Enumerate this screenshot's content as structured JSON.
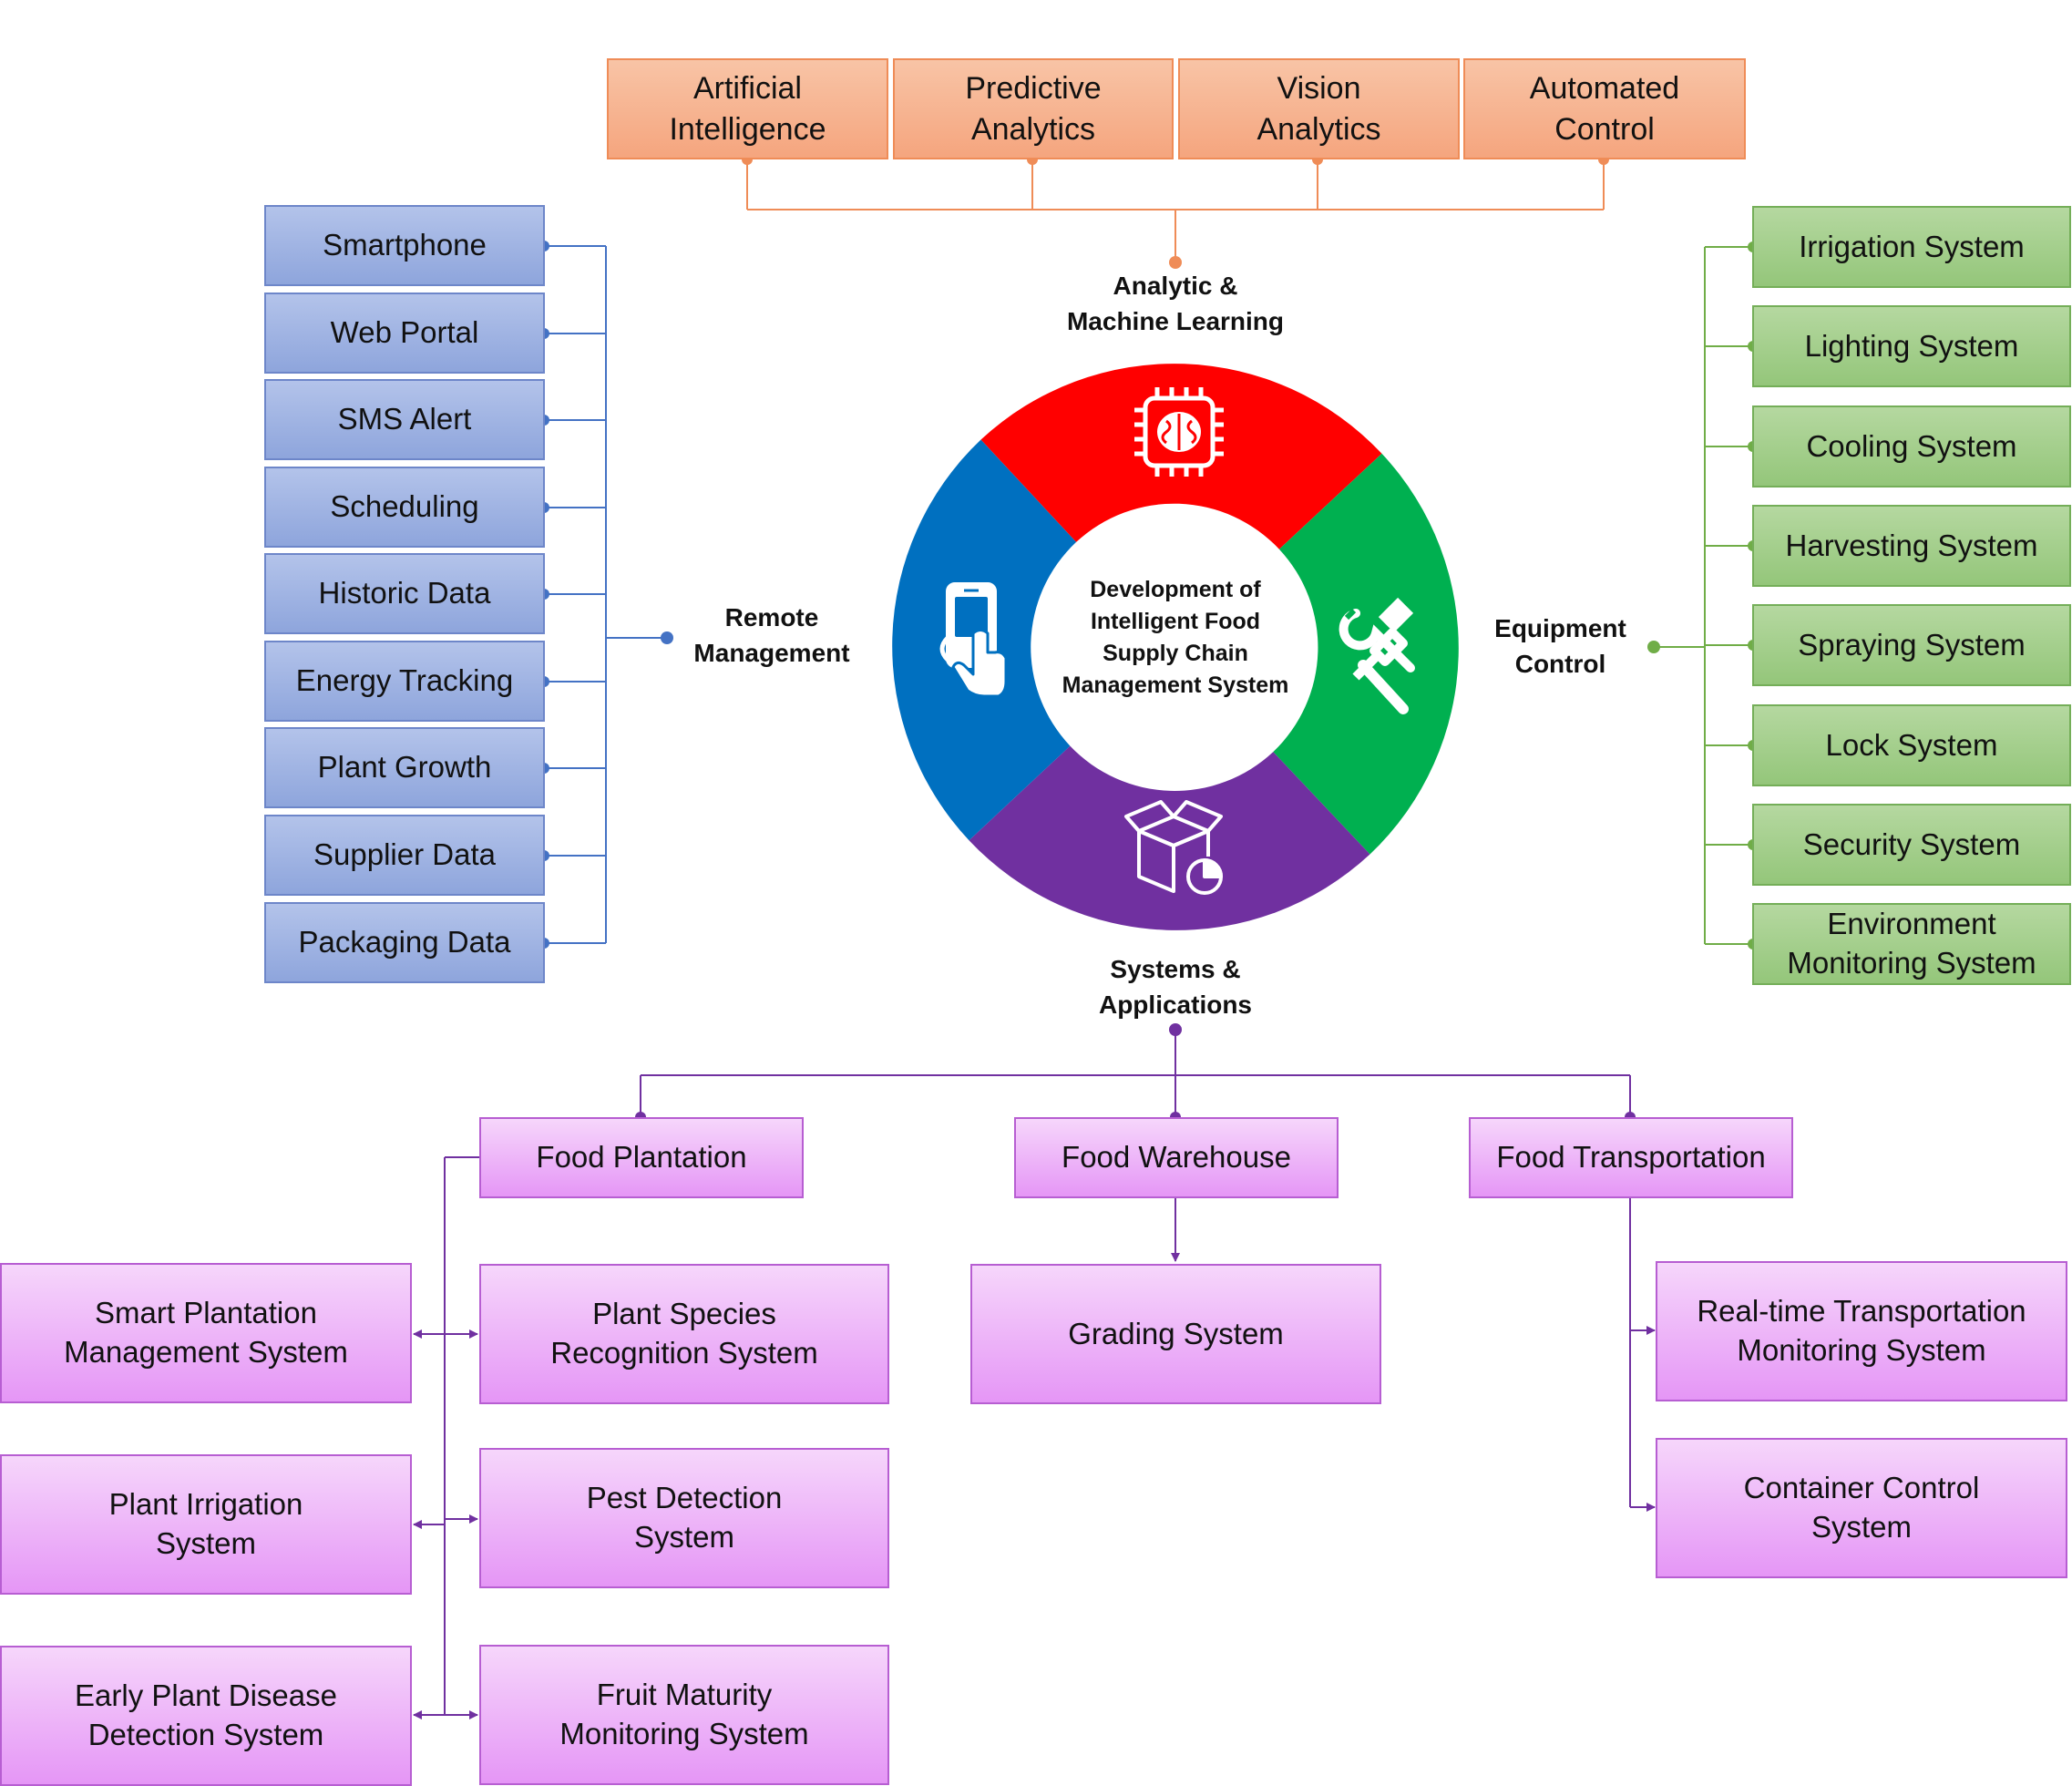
{
  "center": {
    "title": "Development of\nIntelligent Food\nSupply Chain\nManagement System"
  },
  "headers": {
    "analytics": "Analytic &\nMachine Learning",
    "remote": "Remote\nManagement",
    "equipment": "Equipment\nControl",
    "systems": "Systems &\nApplications"
  },
  "analytics_items": [
    "Artificial\nIntelligence",
    "Predictive\nAnalytics",
    "Vision\nAnalytics",
    "Automated\nControl"
  ],
  "remote_items": [
    "Smartphone",
    "Web Portal",
    "SMS Alert",
    "Scheduling",
    "Historic Data",
    "Energy Tracking",
    "Plant Growth",
    "Supplier Data",
    "Packaging Data"
  ],
  "equipment_items": [
    "Irrigation System",
    "Lighting System",
    "Cooling System",
    "Harvesting System",
    "Spraying System",
    "Lock System",
    "Security System",
    "Environment\nMonitoring System"
  ],
  "systems": {
    "plantation": {
      "label": "Food Plantation",
      "left": [
        "Smart Plantation\nManagement System",
        "Plant Irrigation\nSystem",
        "Early Plant Disease\nDetection System"
      ],
      "right": [
        "Plant Species\nRecognition System",
        "Pest Detection\nSystem",
        "Fruit Maturity\nMonitoring System"
      ]
    },
    "warehouse": {
      "label": "Food Warehouse",
      "children": [
        "Grading System"
      ]
    },
    "transportation": {
      "label": "Food Transportation",
      "children": [
        "Real-time Transportation\nMonitoring System",
        "Container Control\nSystem"
      ]
    }
  },
  "colors": {
    "analytics": "#ff0000",
    "equipment": "#00b050",
    "systems": "#7030a0",
    "remote": "#0070c0",
    "orange_line": "#ef8c57",
    "blue_line": "#4472c4",
    "green_line": "#70ad47",
    "purple_line": "#7030a0"
  },
  "icons": {
    "analytics": "brain-chip-icon",
    "equipment": "wrench-hammer-icon",
    "systems": "box-chart-icon",
    "remote": "hand-phone-icon"
  }
}
